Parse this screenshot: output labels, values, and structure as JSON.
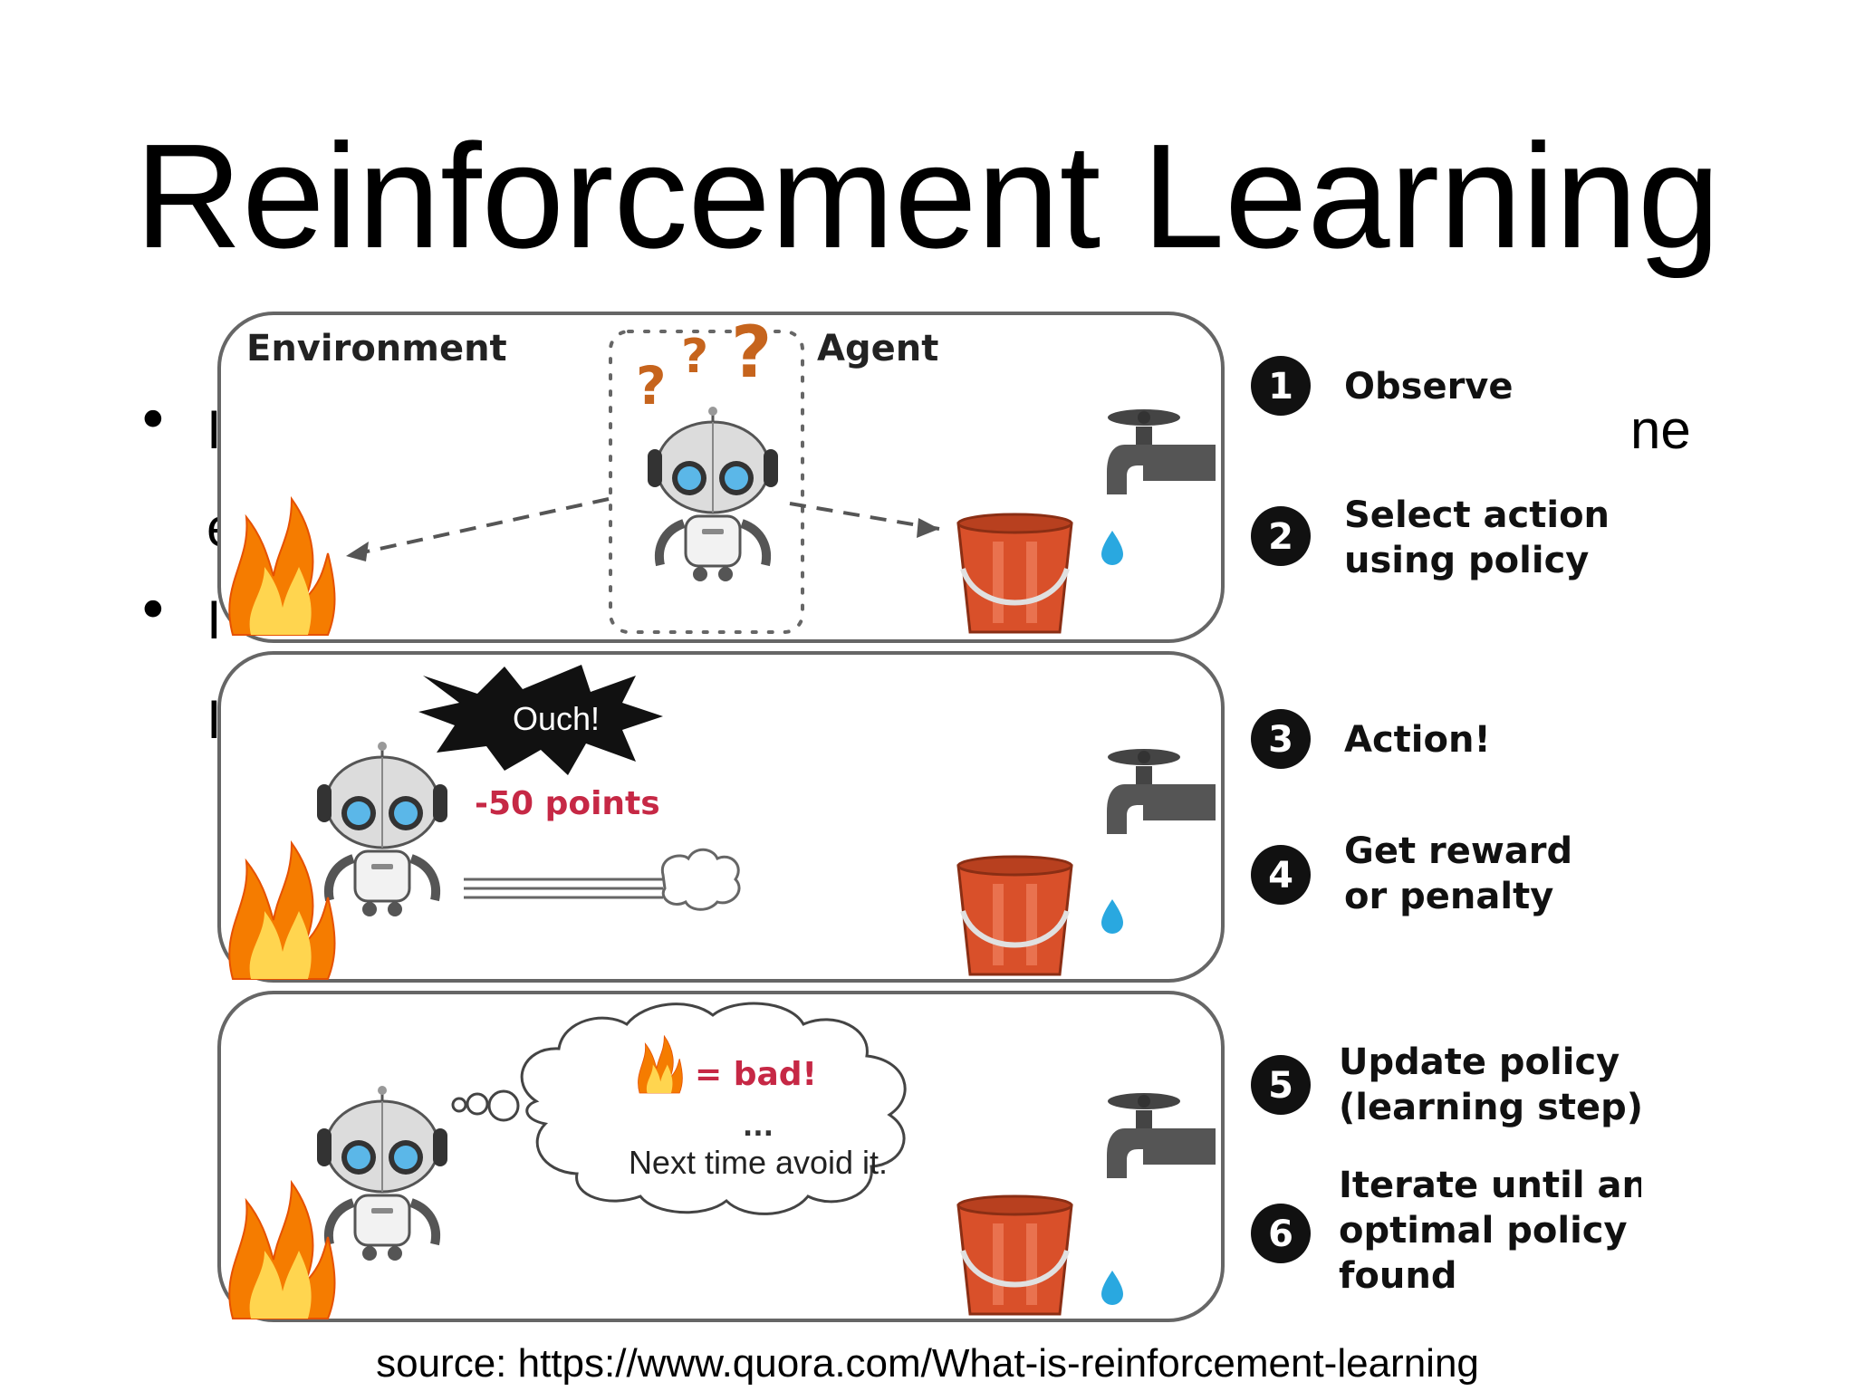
{
  "slide": {
    "title": "Reinforcement Learning",
    "source": "source: https://www.quora.com/What-is-reinforcement-learning",
    "occluded_text": [
      {
        "id": "b1a",
        "text": "I"
      },
      {
        "id": "b1b",
        "text": "e"
      },
      {
        "id": "b1c",
        "text": "ne"
      },
      {
        "id": "b2a",
        "text": "I"
      },
      {
        "id": "b2b",
        "text": "I"
      }
    ]
  },
  "diagram": {
    "panel1": {
      "environment_label": "Environment",
      "agent_label": "Agent",
      "question_marks": [
        "?",
        "?",
        "?"
      ]
    },
    "panel2": {
      "burst_text": "Ouch!",
      "points_text": "-50 points"
    },
    "panel3": {
      "bad_text": "= bad!",
      "ellipsis": "...",
      "thought_text": "Next time avoid it."
    },
    "steps": [
      {
        "num": "1",
        "lines": [
          "Observe"
        ]
      },
      {
        "num": "2",
        "lines": [
          "Select action",
          "using policy"
        ]
      },
      {
        "num": "3",
        "lines": [
          "Action!"
        ]
      },
      {
        "num": "4",
        "lines": [
          "Get reward",
          "or penalty"
        ]
      },
      {
        "num": "5",
        "lines": [
          "Update policy",
          "(learning step)"
        ]
      },
      {
        "num": "6",
        "lines": [
          "Iterate until an",
          "optimal policy is",
          "found"
        ]
      }
    ],
    "colors": {
      "fire_outer": "#f57c00",
      "fire_inner": "#ffd54f",
      "bucket": "#d9502a",
      "water": "#29a8e0",
      "points": "#c62845",
      "robot_eye": "#5bb7e8",
      "panel_border": "#666666"
    }
  }
}
